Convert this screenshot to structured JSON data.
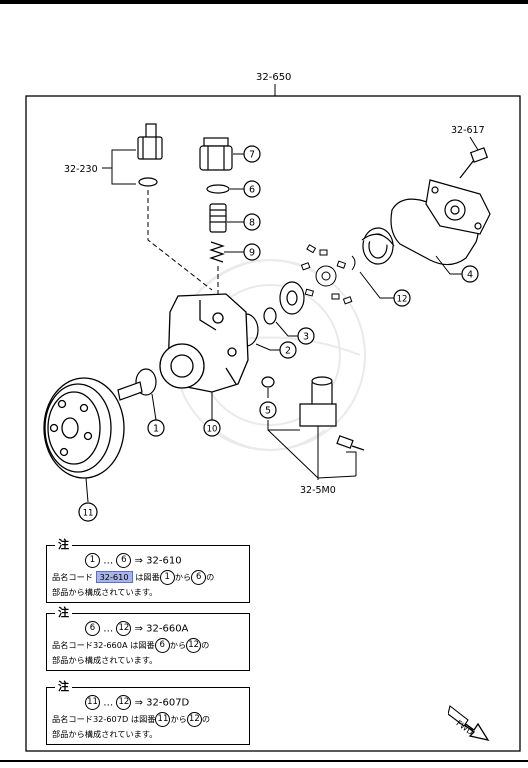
{
  "diagram": {
    "assembly_code": "32-650",
    "callouts": {
      "c1": "1",
      "c2": "2",
      "c3": "3",
      "c4": "4",
      "c5": "5",
      "c6": "6",
      "c7": "7",
      "c8": "8",
      "c9": "9",
      "c10": "10",
      "c11": "11",
      "c12": "12"
    },
    "ref_codes": {
      "switch": "32-230",
      "bolt": "32-617",
      "outlet": "32-5M0"
    }
  },
  "notes": [
    {
      "title": "注",
      "range_start": "1",
      "range_sep": "…",
      "range_end": "6",
      "arrow": "⇒",
      "target_code": "32-610",
      "line_prefix": "品名コード",
      "line_code": "32-610",
      "line_mid": "は図番",
      "line_from": "1",
      "line_kara": "から",
      "line_to": "6",
      "line_no": "の",
      "line3": "部品から構成されています。"
    },
    {
      "title": "注",
      "range_start": "6",
      "range_sep": "…",
      "range_end": "12",
      "arrow": "⇒",
      "target_code": "32-660A",
      "line_prefix": "品名コード",
      "line_code": "32-660A",
      "line_mid": "は図番",
      "line_from": "6",
      "line_kara": "から",
      "line_to": "12",
      "line_no": "の",
      "line3": "部品から構成されています。"
    },
    {
      "title": "注",
      "range_start": "11",
      "range_sep": "…",
      "range_end": "12",
      "arrow": "⇒",
      "target_code": "32-607D",
      "line_prefix": "品名コード",
      "line_code": "32-607D",
      "line_mid": "は図番",
      "line_from": "11",
      "line_kara": "から",
      "line_to": "12",
      "line_no": "の",
      "line3": "部品から構成されています。"
    }
  ],
  "fwd_label": "FWD"
}
